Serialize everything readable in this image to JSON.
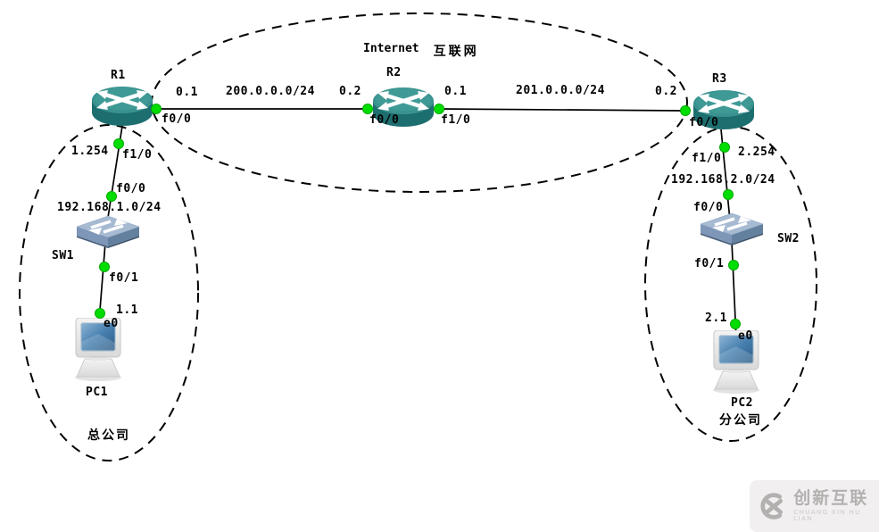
{
  "cloud": {
    "label_en": "Internet",
    "label_zh": "互联网"
  },
  "zones": {
    "hq": "总公司",
    "branch": "分公司"
  },
  "devices": {
    "r1": "R1",
    "r2": "R2",
    "r3": "R3",
    "sw1": "SW1",
    "sw2": "SW2",
    "pc1": "PC1",
    "pc2": "PC2"
  },
  "networks": {
    "wan1": "200.0.0.0/24",
    "wan2": "201.0.0.0/24",
    "lan1": "192.168.1.0/24",
    "lan2": "192.168.2.0/24"
  },
  "addresses": {
    "r1_wan": "0.1",
    "r2_wan1": "0.2",
    "r2_wan2": "0.1",
    "r3_wan": "0.2",
    "r1_lan": "1.254",
    "pc1": "1.1",
    "r3_lan": "2.254",
    "pc2": "2.1"
  },
  "interfaces": {
    "r1_f0_0": "f0/0",
    "r1_f1_0": "f1/0",
    "r2_f0_0": "f0/0",
    "r2_f1_0": "f1/0",
    "r3_f0_0": "f0/0",
    "r3_f1_0": "f1/0",
    "sw1_f0_0": "f0/0",
    "sw1_f0_1": "f0/1",
    "sw2_f0_0": "f0/0",
    "sw2_f0_1": "f0/1",
    "pc1_e0": "e0",
    "pc2_e0": "e0"
  },
  "watermark": {
    "brand": "创新互联",
    "brand_sub": "CHUANG XIN HU LIAN"
  },
  "colors": {
    "router_top": "#3a928f",
    "router_side": "#1d6e6f",
    "switch_top": "#a6bad2",
    "switch_front": "#7e96b8",
    "switch_side": "#64809f",
    "port_up": "#00dd00",
    "line": "#000000",
    "watermark_bg": "#f1efef",
    "watermark_fg": "#b3b0b0"
  }
}
